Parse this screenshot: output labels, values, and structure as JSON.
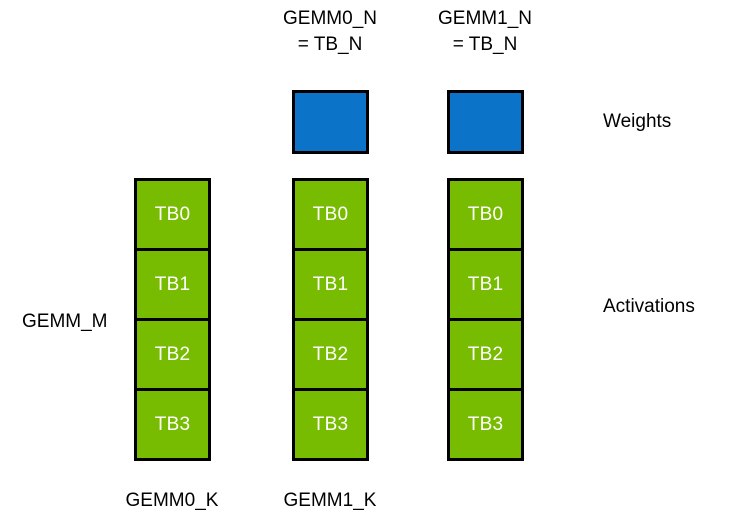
{
  "diagram": {
    "title_labels": [
      {
        "line1": "GEMM0_N",
        "line2": "= TB_N"
      },
      {
        "line1": "GEMM1_N",
        "line2": "= TB_N"
      }
    ],
    "row_labels": {
      "weights": "Weights",
      "activations": "Activations"
    },
    "left_label": "GEMM_M",
    "bottom_labels": [
      "GEMM0_K",
      "GEMM1_K"
    ],
    "colors": {
      "weights_fill": "#0C74C8",
      "activations_fill": "#77BC00",
      "border": "#000000",
      "background": "#FFFFFF",
      "cell_text": "#FFFFFF"
    },
    "weight_blocks": [
      {
        "name": "gemm0-weight-block"
      },
      {
        "name": "gemm1-weight-block"
      }
    ],
    "activation_columns": [
      {
        "name": "activation-column-0",
        "cells": [
          "TB0",
          "TB1",
          "TB2",
          "TB3"
        ]
      },
      {
        "name": "activation-column-1",
        "cells": [
          "TB0",
          "TB1",
          "TB2",
          "TB3"
        ]
      },
      {
        "name": "activation-column-2",
        "cells": [
          "TB0",
          "TB1",
          "TB2",
          "TB3"
        ]
      }
    ]
  }
}
